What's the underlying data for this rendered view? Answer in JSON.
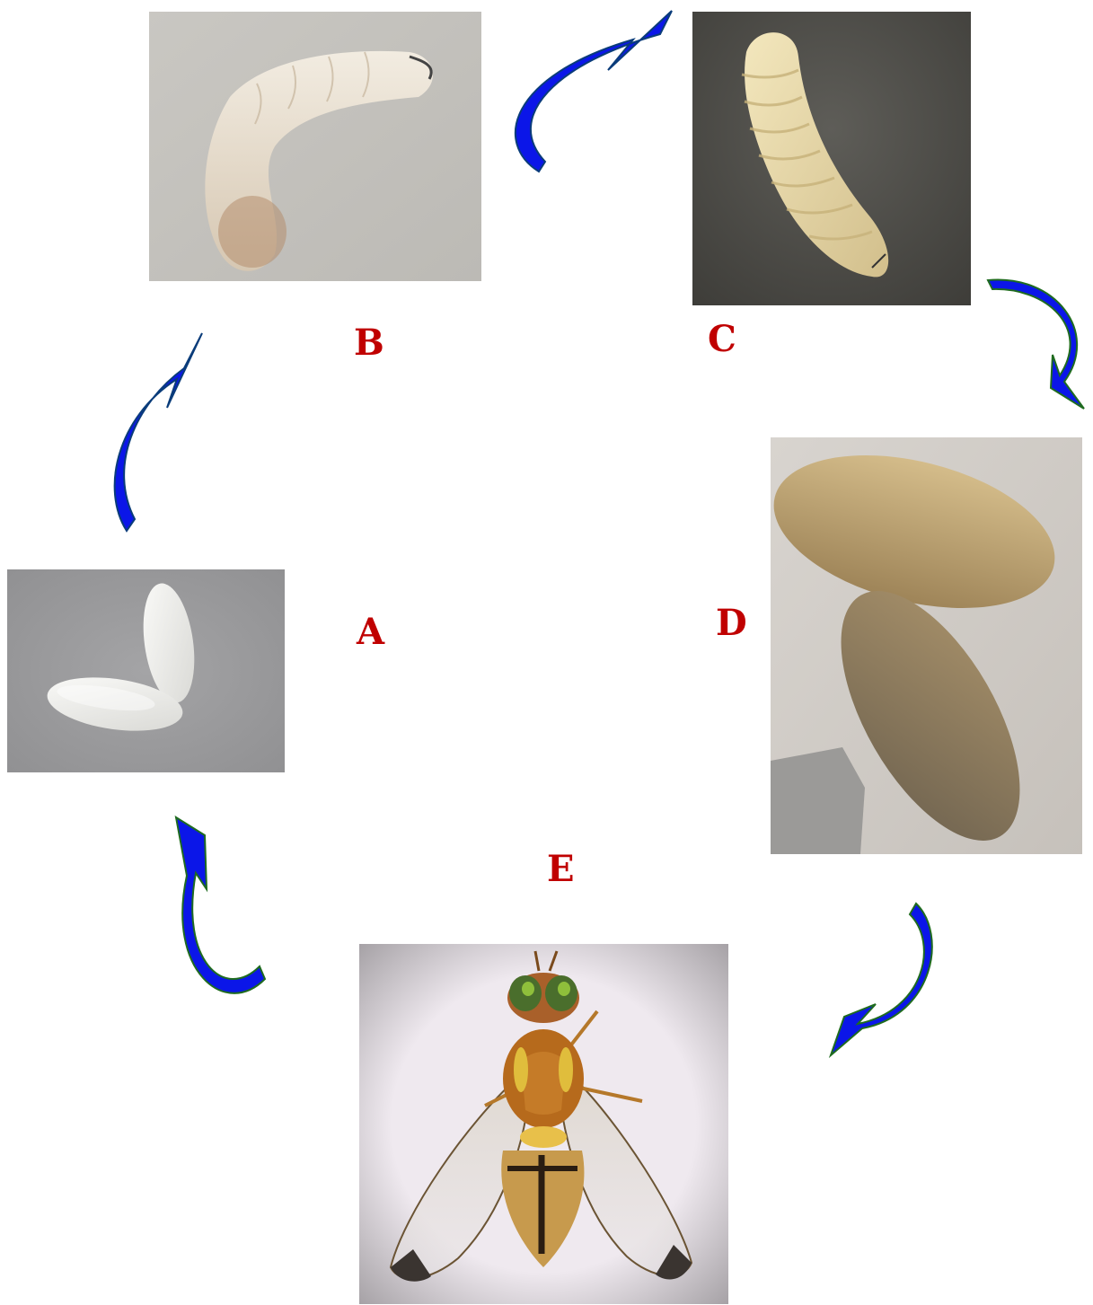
{
  "stages": [
    {
      "id": "A",
      "label": "A"
    },
    {
      "id": "B",
      "label": "B"
    },
    {
      "id": "C",
      "label": "C"
    },
    {
      "id": "D",
      "label": "D"
    },
    {
      "id": "E",
      "label": "E"
    }
  ],
  "colors": {
    "label": "#c00000",
    "arrow_fill": "#0b16e8",
    "arrow_stroke": "#0a3c7a",
    "arrow_stroke_green": "#1f6b1f"
  }
}
